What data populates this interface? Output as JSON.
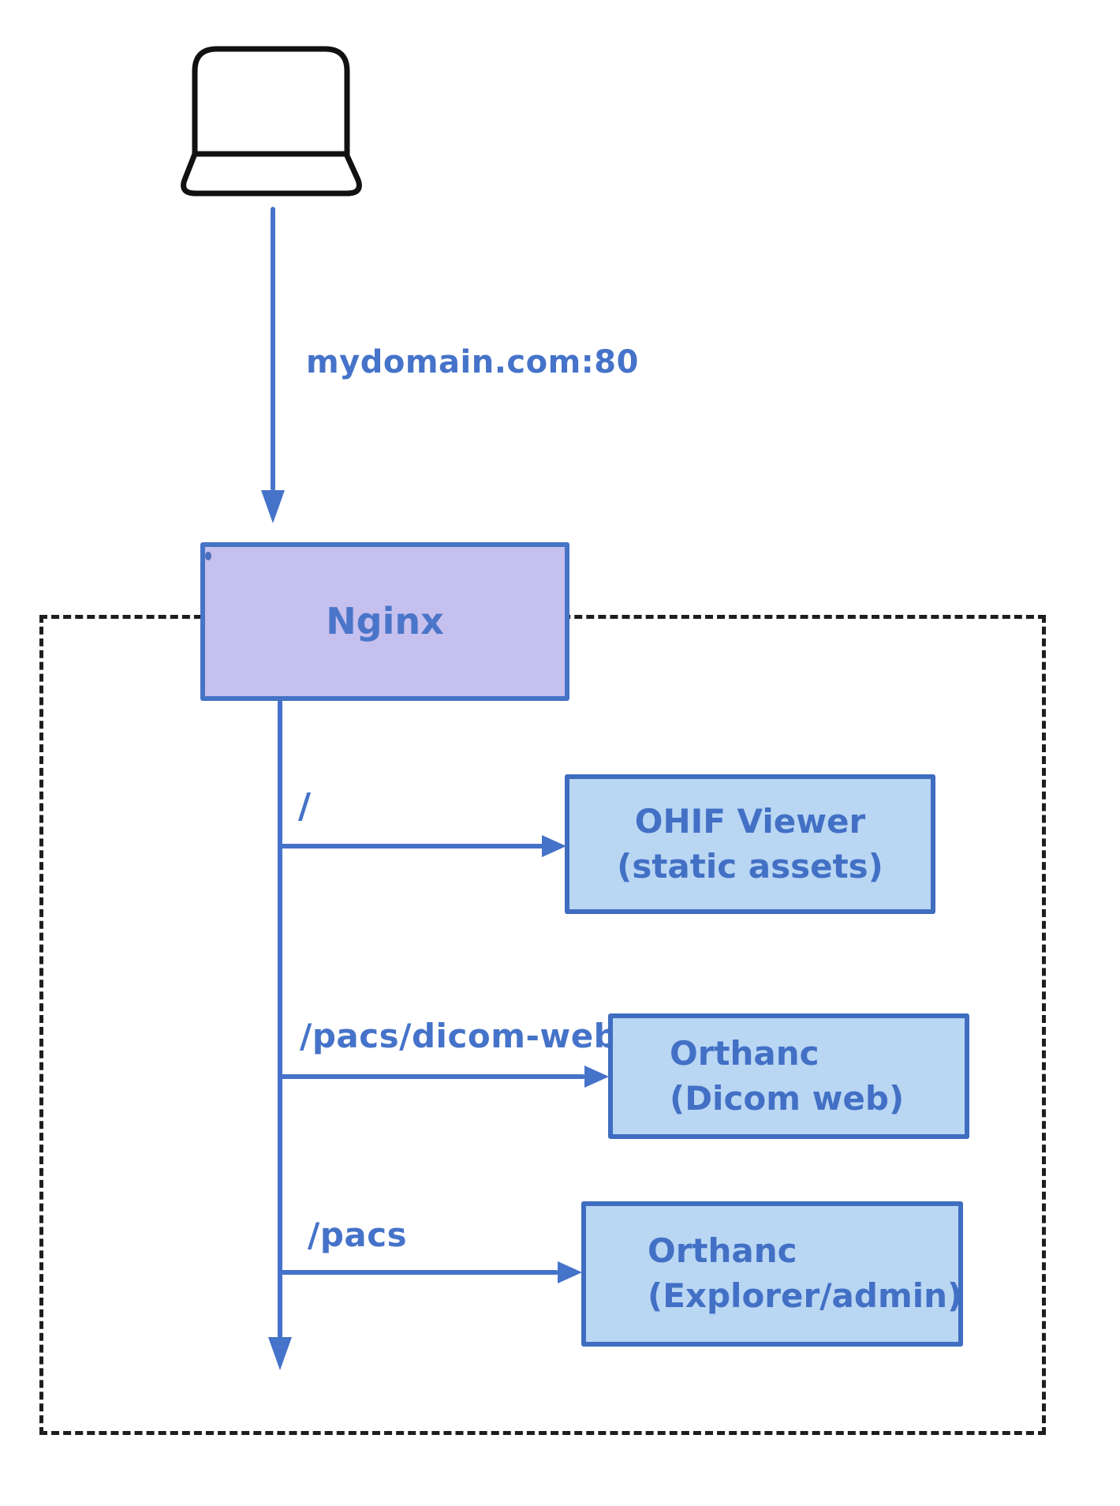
{
  "diagram": {
    "client_request_label": "mydomain.com:80",
    "gateway": {
      "label": "Nginx"
    },
    "routes": [
      {
        "path_label": "/",
        "target": {
          "line1": "OHIF Viewer",
          "line2": "(static assets)"
        }
      },
      {
        "path_label": "/pacs/dicom-web",
        "target": {
          "line1": "Orthanc",
          "line2": "(Dicom web)"
        }
      },
      {
        "path_label": "/pacs",
        "target": {
          "line1": "Orthanc",
          "line2": "(Explorer/admin)"
        }
      }
    ],
    "colors": {
      "accent_blue": "#4573c9",
      "node_border_blue": "#3f6dc0",
      "node_fill_blue": "#b9d6f3",
      "nginx_fill": "#c6c0ee",
      "boundary_dash": "#1e1e1e",
      "laptop_stroke": "#111111"
    }
  }
}
